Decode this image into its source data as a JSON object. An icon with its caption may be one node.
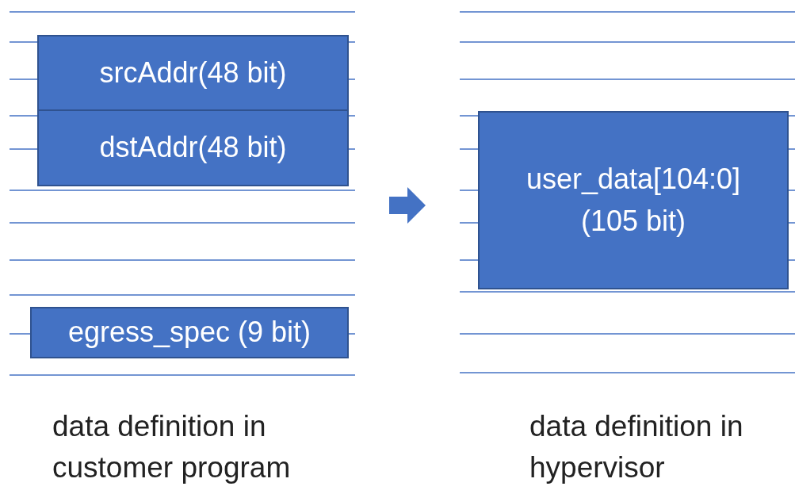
{
  "diagram": {
    "nodes": [
      {
        "text": [
          "srcAddr(48 bit)"
        ]
      },
      {
        "text": [
          "dstAddr(48 bit)"
        ]
      },
      {
        "text": [
          "egress_spec (9 bit)"
        ]
      },
      {
        "text": [
          "user_data[104:0] (105 bit)"
        ]
      }
    ],
    "labels": [
      "data definition in customer program",
      "data definition in hypervisor"
    ]
  }
}
